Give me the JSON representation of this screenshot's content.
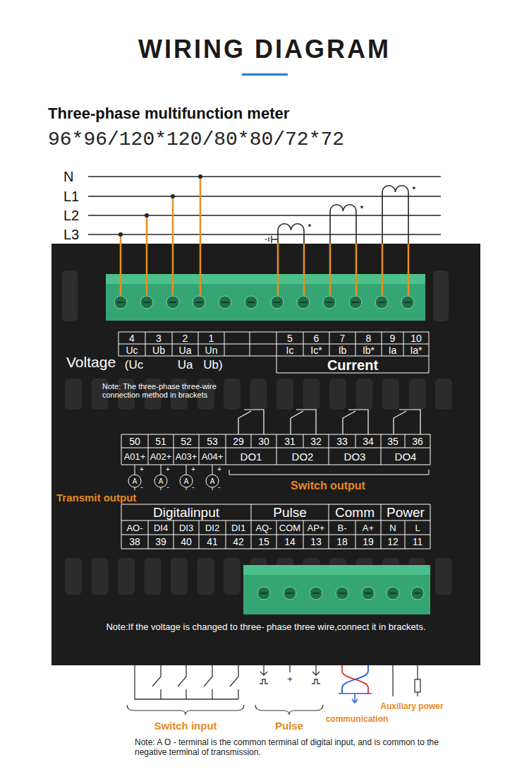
{
  "diagram": {
    "title": "WIRING DIAGRAM",
    "caption": "Note: A O - terminal is the common terminal of digital input, and is common to the negative terminal of transmission.",
    "nodes": [
      {
        "text": [
          "Voltage",
          "Note: The three-phase three-wire connection method in brackets",
          "Note:If the voltage is changed to three- phase three wire,connect it in brackets."
        ]
      }
    ],
    "labels": [
      "Three-phase multifunction meter",
      "96*96/120*120/80*80/72*72",
      "N",
      "L1",
      "L2",
      "L3",
      "*",
      "*",
      "*",
      "4",
      "3",
      "2",
      "1",
      "5",
      "6",
      "7",
      "8",
      "9",
      "10",
      "Uc",
      "Ub",
      "Ua",
      "Un",
      "Ic",
      "Ic*",
      "Ib",
      "Ib*",
      "Ia",
      "Ia*",
      "(Uc",
      "Ua",
      "Ub)",
      "Current",
      "50",
      "51",
      "52",
      "53",
      "29",
      "30",
      "31",
      "32",
      "33",
      "34",
      "35",
      "36",
      "A01+",
      "A02+",
      "A03+",
      "A04+",
      "DO1",
      "DO2",
      "DO3",
      "DO4",
      "+",
      "A",
      "-",
      "+",
      "A",
      "-",
      "+",
      "A",
      "-",
      "+",
      "A",
      "-",
      "Switch output",
      "Transmit output",
      "Digitalinput",
      "Pulse",
      "Comm",
      "Power",
      "AO-",
      "DI4",
      "DI3",
      "DI2",
      "DI1",
      "AQ-",
      "COM",
      "AP+",
      "B-",
      "A+",
      "N",
      "L",
      "38",
      "39",
      "40",
      "41",
      "42",
      "15",
      "14",
      "13",
      "18",
      "19",
      "12",
      "11",
      "+",
      "Switch input",
      "Pulse",
      "communication",
      "Auxiliary power"
    ]
  }
}
